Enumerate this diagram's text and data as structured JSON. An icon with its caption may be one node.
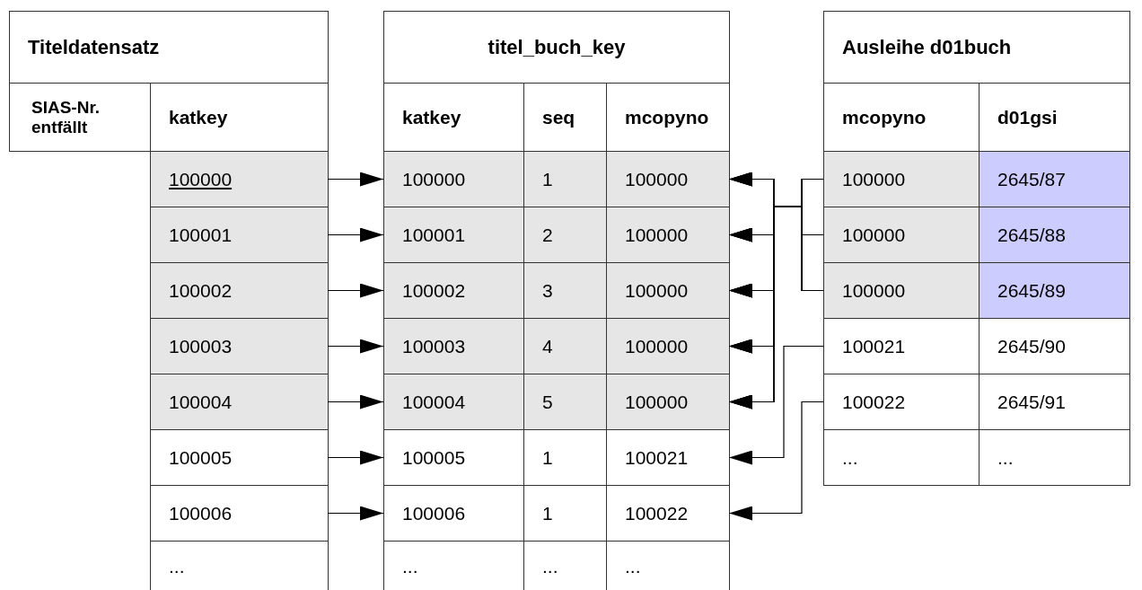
{
  "diagram": {
    "nodes": [
      {
        "text": [
          "Titeldatensatz"
        ]
      },
      {
        "text": [
          "SIAS-Nr. entfällt"
        ]
      },
      {
        "text": [
          "katkey"
        ]
      },
      {
        "text": [
          "100000"
        ]
      },
      {
        "text": [
          "100001"
        ]
      },
      {
        "text": [
          "100002"
        ]
      },
      {
        "text": [
          "100003"
        ]
      },
      {
        "text": [
          "100004"
        ]
      },
      {
        "text": [
          "100005"
        ]
      },
      {
        "text": [
          "100006"
        ]
      },
      {
        "text": [
          "..."
        ]
      },
      {
        "text": [
          "titel_buch_key"
        ]
      },
      {
        "text": [
          "katkey"
        ]
      },
      {
        "text": [
          "seq"
        ]
      },
      {
        "text": [
          "mcopyno"
        ]
      },
      {
        "text": [
          "100000"
        ]
      },
      {
        "text": [
          "1"
        ]
      },
      {
        "text": [
          "100000"
        ]
      },
      {
        "text": [
          "100001"
        ]
      },
      {
        "text": [
          "2"
        ]
      },
      {
        "text": [
          "100000"
        ]
      },
      {
        "text": [
          "100002"
        ]
      },
      {
        "text": [
          "3"
        ]
      },
      {
        "text": [
          "100000"
        ]
      },
      {
        "text": [
          "100003"
        ]
      },
      {
        "text": [
          "4"
        ]
      },
      {
        "text": [
          "100000"
        ]
      },
      {
        "text": [
          "100004"
        ]
      },
      {
        "text": [
          "5"
        ]
      },
      {
        "text": [
          "100000"
        ]
      },
      {
        "text": [
          "100005"
        ]
      },
      {
        "text": [
          "1"
        ]
      },
      {
        "text": [
          "100021"
        ]
      },
      {
        "text": [
          "100006"
        ]
      },
      {
        "text": [
          "1"
        ]
      },
      {
        "text": [
          "100022"
        ]
      },
      {
        "text": [
          "..."
        ]
      },
      {
        "text": [
          "..."
        ]
      },
      {
        "text": [
          "..."
        ]
      },
      {
        "text": [
          "Ausleihe d01buch"
        ]
      },
      {
        "text": [
          "mcopyno"
        ]
      },
      {
        "text": [
          "d01gsi"
        ]
      },
      {
        "text": [
          "100000"
        ]
      },
      {
        "text": [
          "2645/87"
        ]
      },
      {
        "text": [
          "100000"
        ]
      },
      {
        "text": [
          "2645/88"
        ]
      },
      {
        "text": [
          "100000"
        ]
      },
      {
        "text": [
          "2645/89"
        ]
      },
      {
        "text": [
          "100021"
        ]
      },
      {
        "text": [
          "2645/90"
        ]
      },
      {
        "text": [
          "100022"
        ]
      },
      {
        "text": [
          "2645/91"
        ]
      },
      {
        "text": [
          "..."
        ]
      },
      {
        "text": [
          "..."
        ]
      }
    ],
    "edges": [
      {
        "from": 3,
        "to": 15,
        "arrow": "to"
      },
      {
        "from": 4,
        "to": 18,
        "arrow": "to"
      },
      {
        "from": 5,
        "to": 21,
        "arrow": "to"
      },
      {
        "from": 6,
        "to": 24,
        "arrow": "to"
      },
      {
        "from": 7,
        "to": 27,
        "arrow": "to"
      },
      {
        "from": 8,
        "to": 30,
        "arrow": "to"
      },
      {
        "from": 9,
        "to": 33,
        "arrow": "to"
      },
      {
        "from": 42,
        "to": 17,
        "arrow": "to"
      },
      {
        "from": 42,
        "to": 20,
        "arrow": "to"
      },
      {
        "from": 42,
        "to": 23,
        "arrow": "to"
      },
      {
        "from": 42,
        "to": 26,
        "arrow": "to"
      },
      {
        "from": 42,
        "to": 29,
        "arrow": "to"
      },
      {
        "from": 44,
        "to": 17,
        "arrow": "to"
      },
      {
        "from": 44,
        "to": 20,
        "arrow": "to"
      },
      {
        "from": 44,
        "to": 23,
        "arrow": "to"
      },
      {
        "from": 44,
        "to": 26,
        "arrow": "to"
      },
      {
        "from": 44,
        "to": 29,
        "arrow": "to"
      },
      {
        "from": 46,
        "to": 17,
        "arrow": "to"
      },
      {
        "from": 46,
        "to": 20,
        "arrow": "to"
      },
      {
        "from": 46,
        "to": 23,
        "arrow": "to"
      },
      {
        "from": 46,
        "to": 26,
        "arrow": "to"
      },
      {
        "from": 46,
        "to": 29,
        "arrow": "to"
      },
      {
        "from": 48,
        "to": 32,
        "arrow": "to"
      },
      {
        "from": 50,
        "to": 35,
        "arrow": "to"
      }
    ]
  }
}
